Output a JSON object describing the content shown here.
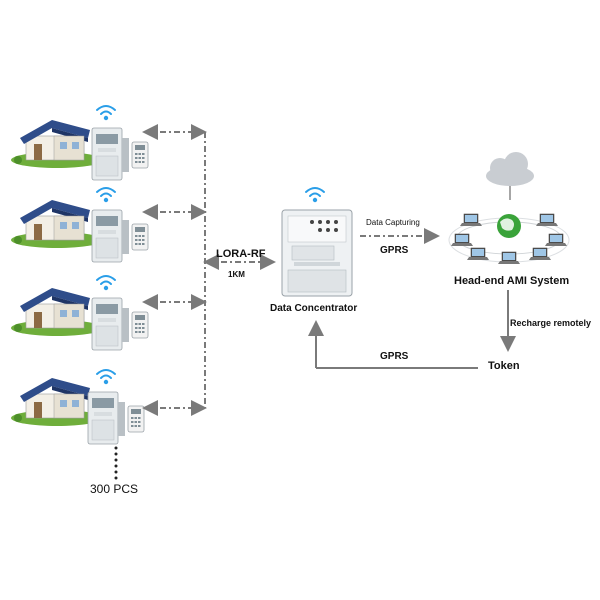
{
  "colors": {
    "arrow": "#7a7a7a",
    "meter_body": "#e8ecee",
    "meter_screen": "#8a9aa4",
    "roof": "#2f4d8a",
    "house_wall": "#f3efe6",
    "grass": "#6fae3b",
    "wifi": "#2a9ee8",
    "cloud": "#c9cdd2",
    "globe_green": "#3aa33a"
  },
  "icons": [
    "house-icon",
    "prepaid-meter-icon",
    "keypad-icon",
    "wifi-icon",
    "cloud-icon",
    "laptop-icon",
    "globe-icon"
  ],
  "links": {
    "lora": "LORA-RF",
    "distance": "1KM",
    "data_capturing": "Data Capturing",
    "gprs_up": "GPRS",
    "recharge": "Recharge remotely",
    "gprs_return": "GPRS"
  },
  "nodes": {
    "concentrator": "Data Concentrator",
    "headend": "Head-end AMI System",
    "token": "Token",
    "meter_count": "300 PCS"
  }
}
